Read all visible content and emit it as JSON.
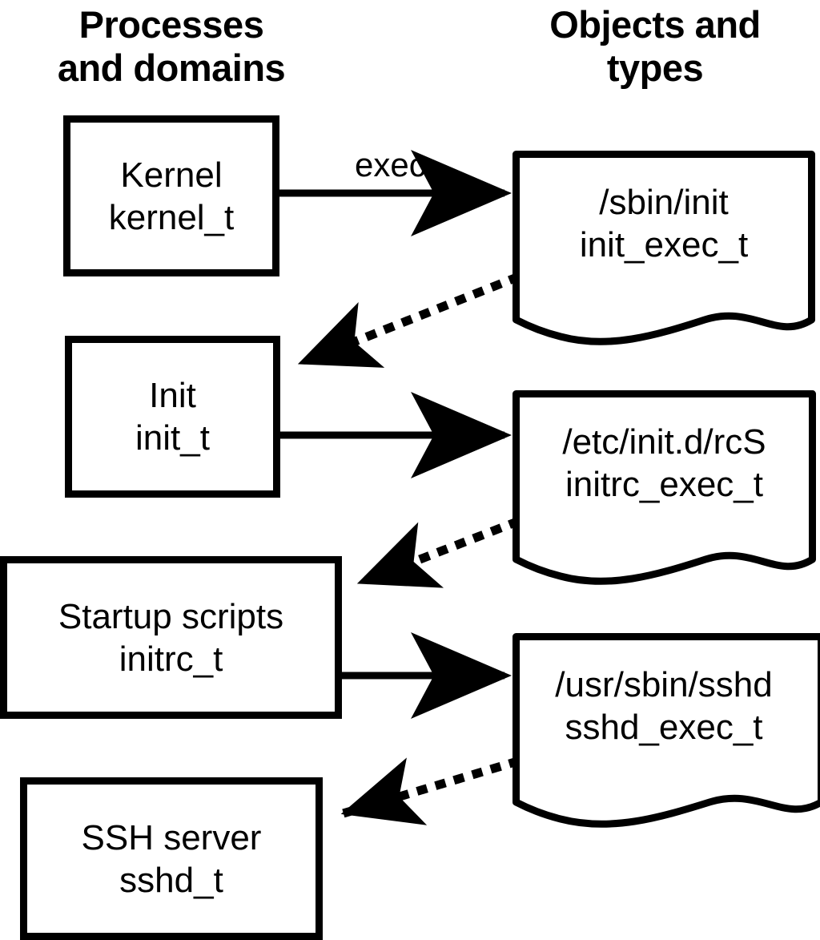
{
  "diagram": {
    "title_left": "Processes\nand domains",
    "title_right": "Objects and\ntypes",
    "stroke_color": "#000000",
    "background_color": "#ffffff"
  },
  "processes": [
    {
      "name": "Kernel",
      "type": "kernel_t"
    },
    {
      "name": "Init",
      "type": "init_t"
    },
    {
      "name": "Startup scripts",
      "type": "initrc_t"
    },
    {
      "name": "SSH server",
      "type": "sshd_t"
    }
  ],
  "objects": [
    {
      "path": "/sbin/init",
      "type": "init_exec_t"
    },
    {
      "path": "/etc/init.d/rcS",
      "type": "initrc_exec_t"
    },
    {
      "path": "/usr/sbin/sshd",
      "type": "sshd_exec_t"
    }
  ],
  "edges": {
    "exec_label": "exec",
    "solid": [
      {
        "from": "Kernel",
        "to": "/sbin/init",
        "label": "exec"
      },
      {
        "from": "Init",
        "to": "/etc/init.d/rcS",
        "label": ""
      },
      {
        "from": "Startup scripts",
        "to": "/usr/sbin/sshd",
        "label": ""
      }
    ],
    "dotted": [
      {
        "from": "/sbin/init",
        "to": "Init"
      },
      {
        "from": "/etc/init.d/rcS",
        "to": "Startup scripts"
      },
      {
        "from": "/usr/sbin/sshd",
        "to": "SSH server"
      }
    ]
  }
}
